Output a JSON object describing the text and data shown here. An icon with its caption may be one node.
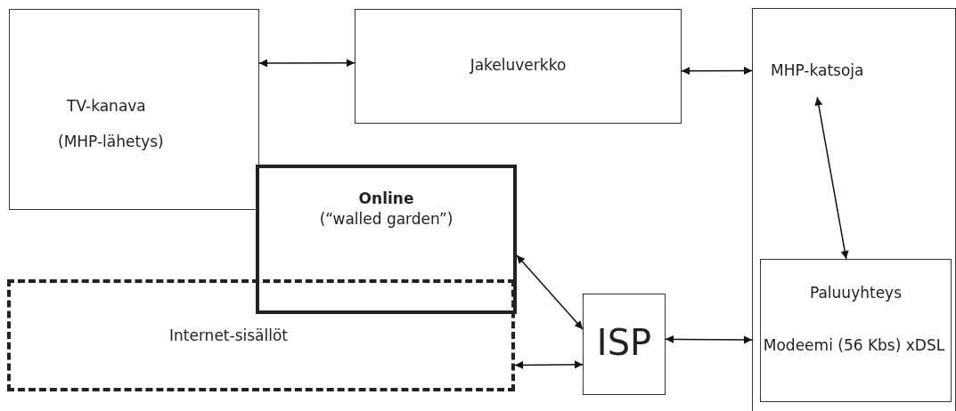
{
  "diagram": {
    "nodes": [
      {
        "text": [
          "TV-kanava",
          "(MHP-lähetys)"
        ]
      },
      {
        "text": [
          "Jakeluverkko"
        ]
      },
      {
        "text": [
          "MHP-katsoja"
        ]
      },
      {
        "text": [
          "Paluuyhteys",
          "Modeemi (56 Kbs) xDSL"
        ],
        "in": 2
      },
      {
        "text": [
          "Online",
          "(“walled garden”)"
        ]
      },
      {
        "text": [
          "Internet-sisällöt"
        ]
      },
      {
        "text": [
          "ISP"
        ]
      }
    ],
    "edges": [
      {
        "from": 0,
        "to": 1,
        "arrow": "both"
      },
      {
        "from": 1,
        "to": 2,
        "arrow": "both"
      },
      {
        "from": 2,
        "to": 3,
        "arrow": "both"
      },
      {
        "from": 4,
        "to": 6,
        "arrow": "both"
      },
      {
        "from": 5,
        "to": 6,
        "arrow": "both"
      },
      {
        "from": 6,
        "to": 2,
        "arrow": "both"
      }
    ]
  }
}
